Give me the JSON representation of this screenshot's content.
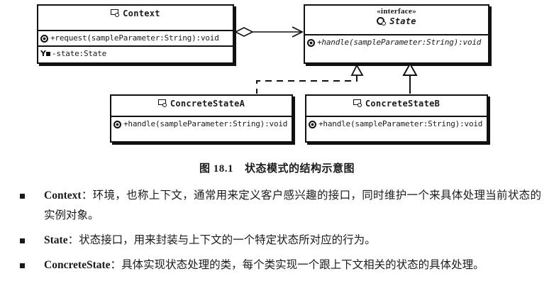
{
  "diagram": {
    "classes": {
      "context": {
        "name": "Context",
        "icon": "class-icon",
        "methods": [
          {
            "icon": "public-method-icon",
            "text": "+request(sampleParameter:String):void"
          }
        ],
        "attributes": [
          {
            "icon": "private-attribute-icon",
            "text": "-state:State"
          }
        ]
      },
      "state": {
        "stereotype": "«interface»",
        "name": "State",
        "icon": "interface-icon",
        "methods": [
          {
            "icon": "public-method-icon",
            "text": "+handle(sampleParameter:String):void"
          }
        ]
      },
      "concrete_state_a": {
        "name": "ConcreteStateA",
        "icon": "class-icon",
        "methods": [
          {
            "icon": "public-method-icon",
            "text": "+handle(sampleParameter:String):void"
          }
        ]
      },
      "concrete_state_b": {
        "name": "ConcreteStateB",
        "icon": "class-icon",
        "methods": [
          {
            "icon": "public-method-icon",
            "text": "+handle(sampleParameter:String):void"
          }
        ]
      }
    },
    "relations": [
      {
        "name": "aggregation-context-to-state",
        "from": "Context",
        "to": "State",
        "type": "aggregation-with-open-arrow"
      },
      {
        "name": "realization-concretestatea-to-state",
        "from": "ConcreteStateA",
        "to": "State",
        "type": "realization-dashed"
      },
      {
        "name": "realization-concretestateb-to-state",
        "from": "ConcreteStateB",
        "to": "State",
        "type": "generalization-solid"
      }
    ]
  },
  "caption": {
    "figure_number": "图 18.1",
    "title": "状态模式的结构示意图"
  },
  "bullets": [
    {
      "term": "Context",
      "separator": "：",
      "body": "环境，也称上下文，通常用来定义客户感兴趣的接口，同时维护一个来具体处理当前状态的实例对象。"
    },
    {
      "term": "State",
      "separator": "：",
      "body": "状态接口，用来封装与上下文的一个特定状态所对应的行为。"
    },
    {
      "term": "ConcreteState",
      "separator": "：",
      "body": "具体实现状态处理的类，每个类实现一个跟上下文相关的状态的具体处理。"
    }
  ],
  "colors": {
    "ink": "#111111",
    "page": "#ffffff"
  }
}
